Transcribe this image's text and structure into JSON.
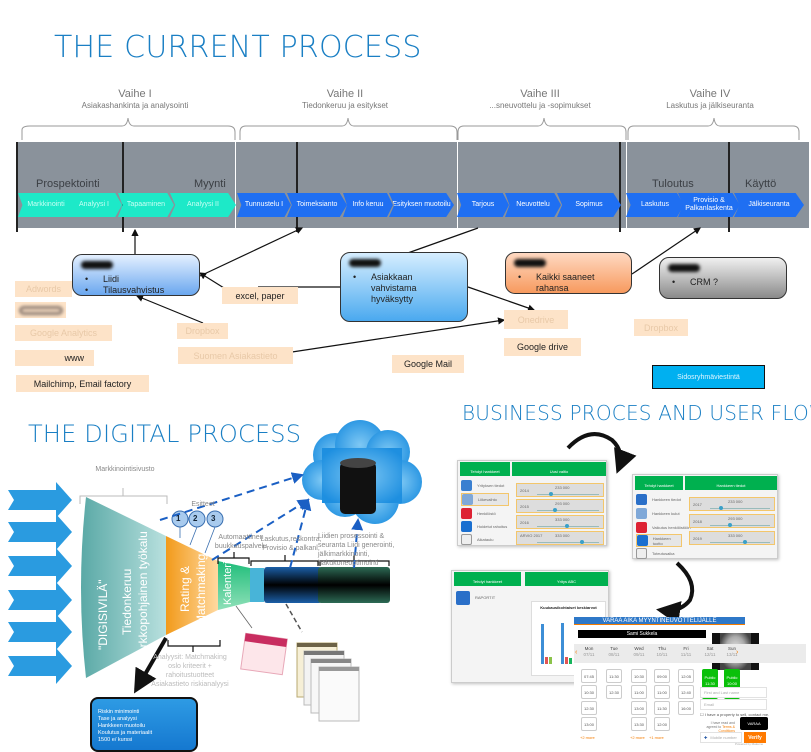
{
  "sections": {
    "current_process_title": "THE CURRENT PROCESS",
    "digital_process_title": "THE DIGITAL PROCESS",
    "business_flow_title": "BUSINESS PROCES AND USER FLOW"
  },
  "phases": [
    {
      "name": "Vaihe I",
      "subtitle": "Asiakashankinta ja analysointi"
    },
    {
      "name": "Vaihe II",
      "subtitle": "Tiedonkeruu ja esitykset"
    },
    {
      "name": "Vaihe III",
      "subtitle": "...sneuvottelu ja -sopimukset"
    },
    {
      "name": "Vaihe IV",
      "subtitle": "Laskutus ja jälkiseuranta"
    }
  ],
  "stages": [
    "Prospektointi",
    "Myynti",
    "Tuloutus",
    "Käyttö"
  ],
  "chevrons": [
    {
      "label": "Markkinointi",
      "color": "cyan"
    },
    {
      "label": "Analyysi I",
      "color": "cyan"
    },
    {
      "label": "Tapaaminen",
      "color": "cyan"
    },
    {
      "label": "Analyysi II",
      "color": "cyan"
    },
    {
      "label": "Tunnustelu I",
      "color": "blue"
    },
    {
      "label": "Toimeksianto",
      "color": "blue"
    },
    {
      "label": "Info keruu",
      "color": "blue"
    },
    {
      "label": "Esityksen muotoilu",
      "color": "blue"
    },
    {
      "label": "Tarjous",
      "color": "blue"
    },
    {
      "label": "Neuvottelu",
      "color": "blue"
    },
    {
      "label": "Sopimus",
      "color": "blue"
    },
    {
      "label": "Laskutus",
      "color": "blue"
    },
    {
      "label": "Provisio & Palkanlaskenta",
      "color": "blue"
    },
    {
      "label": "Jälkiseuranta",
      "color": "blue"
    }
  ],
  "boxes": {
    "box1": {
      "items": [
        "Liidi",
        "Tilausvahvistus"
      ]
    },
    "box2": {
      "items": [
        "Asiakkaan vahvistama hyväksytty"
      ]
    },
    "box3": {
      "items": [
        "Kaikki saaneet rahansa"
      ]
    },
    "box4": {
      "items": [
        "CRM ?"
      ]
    }
  },
  "tools": {
    "adwords": "Adwords",
    "google_analytics": "Google Analytics",
    "www": "www",
    "mailchimp": "Mailchimp, Email factory",
    "excel": "excel, paper",
    "dropbox_left": "Dropbox",
    "suomen_asiakastieto": "Suomen Asiakastieto",
    "google_mail": "Google Mail",
    "onedrive": "Onedrive",
    "google_drive": "Google drive",
    "dropbox_right": "Dropbox"
  },
  "sidosryhma_button": "Sidosryhmäviestintä",
  "digital": {
    "markkinointisivusto": "Markkinointisivusto",
    "digisivila": "\"DIGISIVILÄ\"",
    "tiedonkeruu": "Tiedonkeruu",
    "verkkopohjainen": "verkkopohjainen työkalu",
    "rating": "Rating &",
    "matchmaking": "Matchmaking",
    "kalenteri": "Kalenteri",
    "esitteet": "Esitteet",
    "numbers": [
      "1",
      "2",
      "3"
    ],
    "automaattinen": "Automaattinen buukkauspalvelu",
    "laskutus": "Laskutus,reskontra, Provisio & palkanl.",
    "liidien": "Liidien prosessointi & seuranta Liidi generointi, jälkimarkkinointi, hakukoneoptimointi",
    "analyysit": "Analyysit: Matchmaking oslo kriteerit + rahoitustuotteet Asiakastieto riskianalyysi",
    "service_items": [
      "Riskin minimointi",
      "Tase ja analyysi",
      "Hankkeen muotoilu",
      "Koulutus ja materiaalit",
      "1500 e/ kurssi"
    ]
  },
  "mock1": {
    "left_header": "Tehdyt hankkeet",
    "right_header": "Uusi valtio",
    "menu": [
      "Yrityksen tiedot",
      "Liikevaihto",
      "Henkilöstö",
      "Hoidetut rahoitus",
      "Aikataulu"
    ],
    "sliders": [
      {
        "year": "2014",
        "value": "233 000",
        "level": 0.2
      },
      {
        "year": "2015",
        "value": "293 000",
        "level": 0.25
      },
      {
        "year": "2016",
        "value": "333 000",
        "level": 0.45
      },
      {
        "year": "ARVIO 2017",
        "value": "333 000",
        "level": 0.7
      }
    ]
  },
  "mock2": {
    "left_header": "Tehdyt hankkeet",
    "right_header": "Hankkeen tiedot",
    "menu": [
      "Hankkeen tiedot",
      "Hankkeen kulut",
      "Vaikutus henkilöstöön",
      "Hankkeen tuotto",
      "Toteutusaika"
    ],
    "sliders": [
      {
        "year": "2017",
        "value": "233 000",
        "level": 0.15
      },
      {
        "year": "2018",
        "value": "293 000",
        "level": 0.3
      },
      {
        "year": "2019",
        "value": "333 000",
        "level": 0.55
      }
    ]
  },
  "mock3": {
    "left_header": "Tehdyt hankkeet",
    "right_header": "Yritys ABC",
    "menu_item": "RAPORTIT",
    "chart_title": "Kuukausikohtaiset keskiarvot"
  },
  "booking": {
    "header": "VARAA AIKA MYYNTINEUVOTTELIJALLE",
    "name": "Sami Sukkela",
    "days": [
      {
        "day": "Mon",
        "date": "07/11"
      },
      {
        "day": "Tue",
        "date": "08/11"
      },
      {
        "day": "Wed",
        "date": "09/11"
      },
      {
        "day": "Thu",
        "date": "10/11"
      },
      {
        "day": "Fri",
        "date": "11/11"
      },
      {
        "day": "Sat",
        "date": "12/11"
      },
      {
        "day": "Sun",
        "date": "13/11"
      }
    ],
    "slots": [
      [
        "07:45",
        "10:30",
        "12:30",
        "13:00"
      ],
      [
        "11:30",
        "12:30"
      ],
      [
        "10:30",
        "11:00",
        "13:00",
        "13:30"
      ],
      [
        "09:00",
        "11:00",
        "11:30",
        "12:00"
      ],
      [
        "12:05",
        "12:40",
        "16:00"
      ]
    ],
    "public_slots": [
      [
        "Public",
        "11:30",
        "12:00"
      ],
      [
        "Public",
        "10:00",
        "11:15"
      ]
    ],
    "more_links": [
      "+2 more",
      "+2 more",
      "+1 more"
    ],
    "mobile_placeholder": "Mobile number",
    "verify_label": "Verify",
    "name_placeholder": "First and Last name",
    "email_placeholder": "Email",
    "checkbox_label": "I have a property to sell, contact me.",
    "terms_text": "I have read and agreed to",
    "terms_link": "Terms & Conditions",
    "submit_label": "VARAA",
    "powered": "Powered by Makeme"
  }
}
